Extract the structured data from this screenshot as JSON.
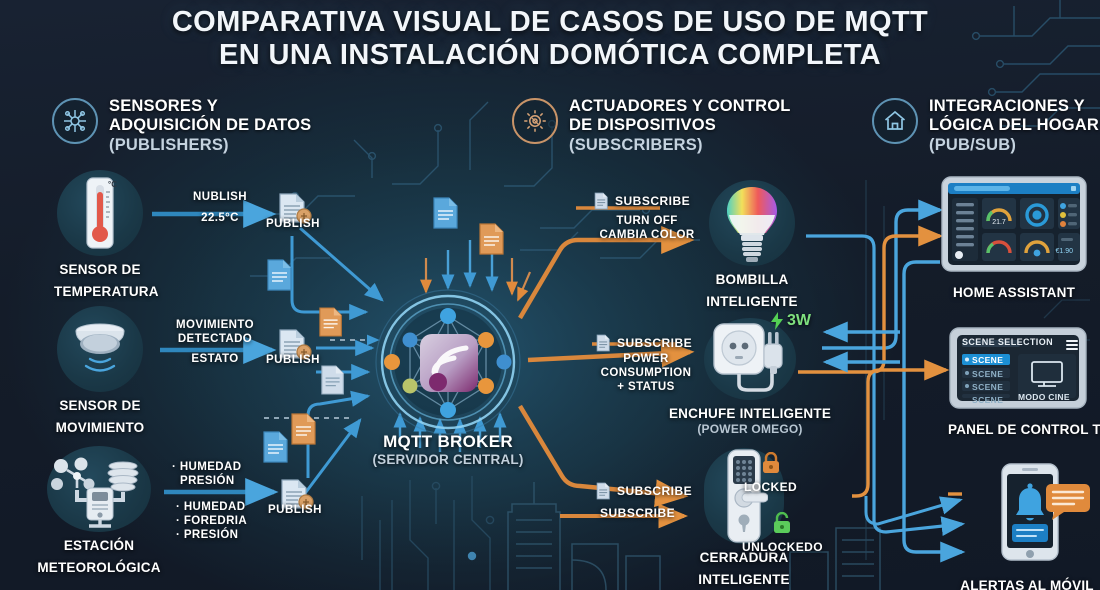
{
  "title": {
    "line1": "COMPARATIVA VISUAL DE CASOS DE USO DE MQTT",
    "line2": "EN UNA INSTALACIÓN DOMÓTICA COMPLETA"
  },
  "columns": [
    {
      "icon": "sensor-network-icon",
      "line1": "SENSORES Y",
      "line2": "ADQUISICIÓN DE DATOS",
      "line3": "(PUBLISHERS)"
    },
    {
      "icon": "gear-icon",
      "line1": "ACTUADORES Y CONTROL",
      "line2": "DE DISPOSITIVOS",
      "line3": "(SUBSCRIBERS)"
    },
    {
      "icon": "home-icon",
      "line1": "INTEGRACIONES Y",
      "line2": "LÓGICA DEL HOGAR",
      "line3": "(PUB/SUB)"
    }
  ],
  "publishers": [
    {
      "icon": "thermometer-icon",
      "name_line1": "SENSOR DE",
      "name_line2": "TEMPERATURA",
      "flow_line1": "NUBLISH",
      "flow_line2": "22.5°C",
      "action": "PUBLISH"
    },
    {
      "icon": "motion-sensor-icon",
      "name_line1": "SENSOR DE",
      "name_line2": "MOVIMIENTO",
      "flow_line1": "MOVIMIENTO",
      "flow_line2": "DETECTADO",
      "flow_line3": "ESTATO",
      "action": "PUBLISH"
    },
    {
      "icon": "weather-station-icon",
      "name_line1": "ESTACIÓN",
      "name_line2": "METEOROLÓGICA",
      "flow_group_a": [
        "· HUMEDAD",
        "PRESIÓN"
      ],
      "flow_group_b": [
        "· HUMEDAD",
        "· FOREDRIA",
        "· PRESIÓN"
      ],
      "action": "PUBLISH"
    }
  ],
  "broker": {
    "icon": "mqtt-broker-icon",
    "label": "MQTT BROKER",
    "sublabel": "(SERVIDOR CENTRAL)"
  },
  "subscribers": [
    {
      "icon": "smart-bulb-icon",
      "action": "SUBSCRIBE",
      "flow_line1": "TURN OFF",
      "flow_line2": "CAMBIA COLOR",
      "name_line1": "BOMBILLA",
      "name_line2": "INTELIGENTE"
    },
    {
      "icon": "smart-plug-icon",
      "action": "SUBSCRIBE",
      "flow_line1": "POWER",
      "flow_line2": "CONSUMPTION",
      "flow_line3": "+ STATUS",
      "name_line1": "ENCHUFE INTELIGENTE",
      "name_line2": "(POWER OMEGO)",
      "badge": "3W",
      "badge_icon": "lightning-bolt-icon"
    },
    {
      "icon": "smart-lock-icon",
      "action": "SUBSCRIBE",
      "action2": "SUBSCRIBE",
      "name_line1": "CERRADURA",
      "name_line2": "INTELIGENTE",
      "status_locked": "LOCKED",
      "status_unlocked": "UNLOCKEDO",
      "locked_icon": "padlock-closed-icon",
      "unlocked_icon": "padlock-open-icon"
    }
  ],
  "integrations": [
    {
      "icon": "dashboard-tablet-icon",
      "label": "HOME ASSISTANT"
    },
    {
      "icon": "touch-panel-icon",
      "label": "PANEL DE CONTROL TÁCTIL",
      "screen_title": "SCENE SELECTION",
      "menu_icon": "hamburger-menu-icon",
      "scenes": [
        "SCENE",
        "SCENE",
        "SCENE",
        "SCENE"
      ],
      "mode_icon": "monitor-icon",
      "mode_label": "MODO CINE"
    },
    {
      "icon": "smartphone-icon",
      "label": "ALERTAS AL MÓVIL",
      "bell_icon": "bell-icon",
      "bubble_icon": "chat-bubble-icon"
    }
  ],
  "colors": {
    "background_dark": "#141c29",
    "background_center": "#17303f",
    "accent_blue": "#4ea3d8",
    "accent_orange": "#e08a3c",
    "text_white": "#ffffff",
    "text_muted": "#c2d0dc",
    "green": "#7ee07e",
    "doc_blue": "#5aa8dc",
    "doc_orange": "#e09a58"
  }
}
